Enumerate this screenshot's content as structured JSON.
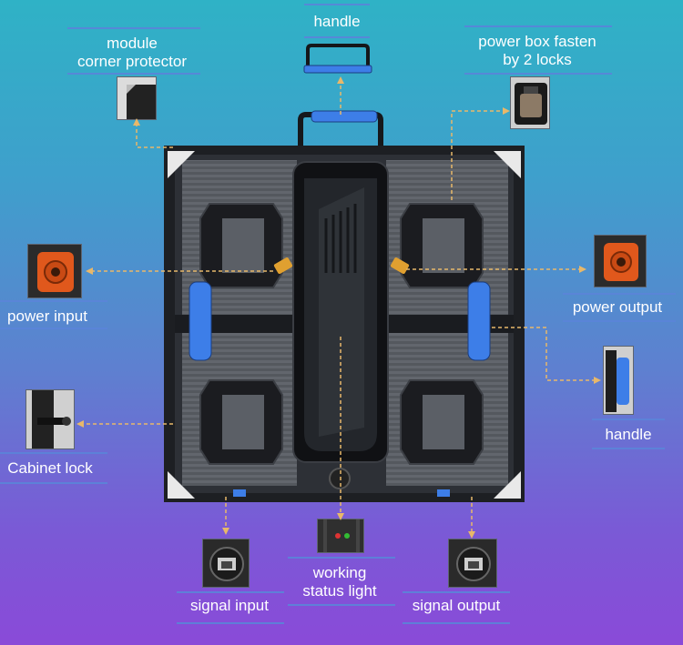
{
  "labels": {
    "handle_top": "handle",
    "corner_protector": "module\ncorner protector",
    "power_box": "power box fasten\nby 2 locks",
    "power_input": "power input",
    "power_output": "power output",
    "handle_side": "handle",
    "cabinet_lock": "Cabinet lock",
    "signal_input": "signal input",
    "working_status": "working\nstatus light",
    "signal_output": "signal output"
  },
  "colors": {
    "gradient_top": "#2fb2c6",
    "gradient_bottom": "#8a4ad8",
    "callout_line": "#e8b86a",
    "handle_blue": "#3d7ee8",
    "connector_orange": "#e0581c",
    "cabinet_frame": "#1d1f23"
  }
}
